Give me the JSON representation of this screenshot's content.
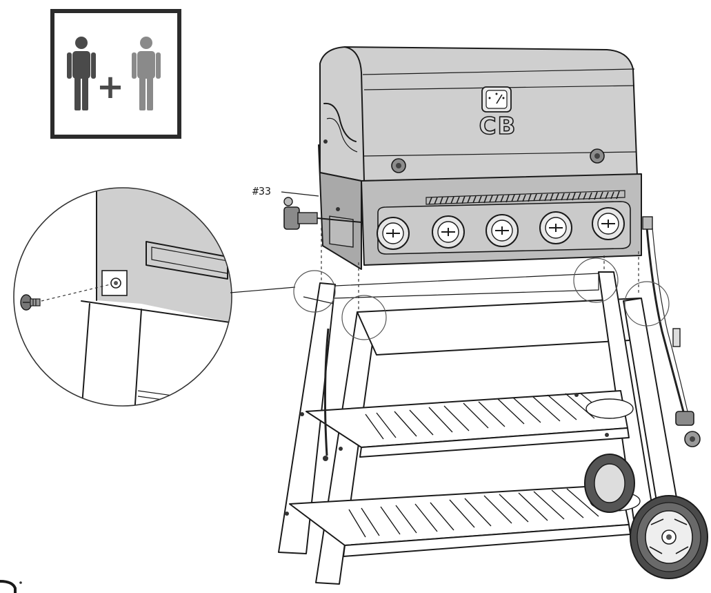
{
  "diagram": {
    "people_icon": {
      "operator": "+",
      "dark_person_color": "#4a4a4a",
      "light_person_color": "#8a8a8a"
    },
    "grill_logo": "CB",
    "part_callout": "#33",
    "knob_count": 5
  }
}
